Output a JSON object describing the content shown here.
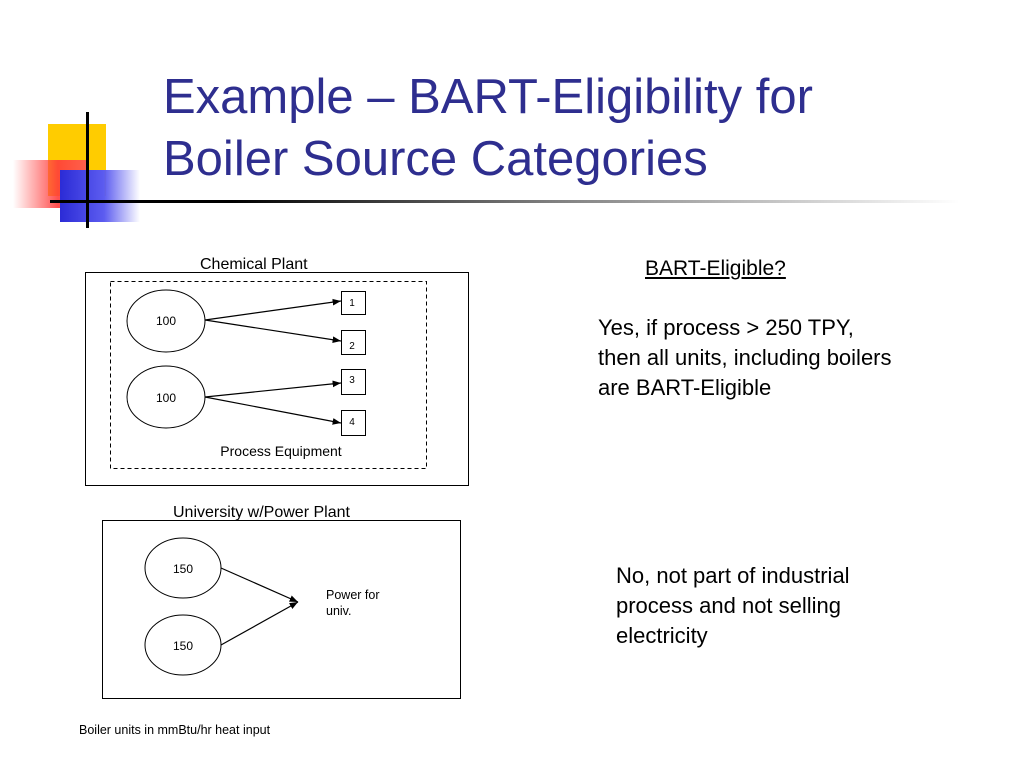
{
  "title": {
    "line1": "Example – BART-Eligibility for",
    "line2": "Boiler Source Categories"
  },
  "diagram1": {
    "label": "Chemical Plant",
    "inner_label": "Process Equipment",
    "boilers": [
      "100",
      "100"
    ],
    "units": [
      "1",
      "2",
      "3",
      "4"
    ]
  },
  "diagram2": {
    "label": "University w/Power Plant",
    "boilers": [
      "150",
      "150"
    ],
    "target": {
      "line1": "Power for",
      "line2": "univ."
    }
  },
  "right": {
    "heading": "BART-Eligible?",
    "answer1": {
      "line1": "Yes, if process > 250 TPY,",
      "line2": "then all units, including boilers",
      "line3": "are BART-Eligible"
    },
    "answer2": {
      "line1": "No, not part of industrial",
      "line2": "process and not selling",
      "line3": "electricity"
    }
  },
  "footnote": "Boiler units in mmBtu/hr heat input",
  "colors": {
    "title": "#2e2e8f",
    "deco_yellow": "#ffcc00",
    "deco_red": "#ff3b3b",
    "deco_blue": "#2b2bd6"
  }
}
